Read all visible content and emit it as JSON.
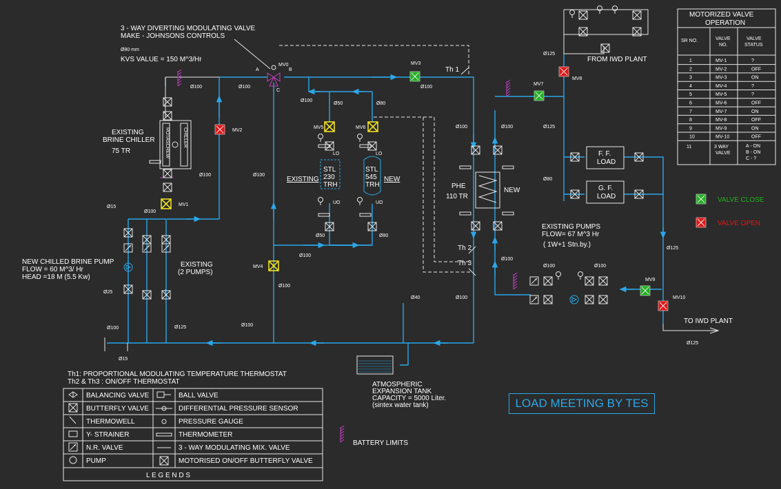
{
  "valve_spec": {
    "title1": "3 - WAY DIVERTING MODULATING VALVE",
    "title2": "MAKE - JOHNSONS CONTROLS",
    "size": "Ø80 mm",
    "kvs": "KVS VALUE = 150 M^3/Hr"
  },
  "valves": {
    "mv0": "MV0",
    "mv1": "MV1",
    "mv2": "MV2",
    "mv3": "MV3",
    "mv4": "MV4",
    "mv5": "MV5",
    "mv6": "MV6",
    "mv7": "MV7",
    "mv8": "MV8",
    "mv9": "MV9",
    "mv10": "MV10"
  },
  "ports": {
    "a": "A",
    "b": "B",
    "c": "C"
  },
  "pipe_sizes": {
    "d100": "Ø100",
    "d125": "Ø125",
    "d80": "Ø80",
    "d50": "Ø50",
    "d40": "Ø40",
    "d25": "Ø25",
    "d15": "Ø15"
  },
  "thermostats": {
    "th1": "Th 1",
    "th2": "Th 2",
    "th3": "Th 3"
  },
  "chiller": {
    "label1": "EXISTING",
    "label2": "BRINE CHILLER",
    "capacity": "75  TR",
    "side_left": "ROTASCREW",
    "side_right": "CHILLER"
  },
  "new_pump": {
    "line1": "NEW CHILLED BRINE PUMP",
    "line2": "FLOW = 60 M^3/ Hr",
    "line3": "HEAD =18 M (5.5 Kw)"
  },
  "existing_pumps_left": {
    "line1": "EXISTING",
    "line2": "(2  PUMPS)"
  },
  "stl_existing": {
    "tag": "EXISTING",
    "l1": "STL",
    "l2": "230",
    "l3": "TRH"
  },
  "stl_new": {
    "tag": "NEW",
    "l1": "STL",
    "l2": "545",
    "l3": "TRH"
  },
  "lo": "LO",
  "uo": "UO",
  "phe": {
    "label": "PHE",
    "capacity": "110  TR",
    "new": "NEW"
  },
  "existing_pumps_right": {
    "line1": "EXISTING PUMPS",
    "line2": "FLOW= 67 M^3 Hr",
    "line3": "( 1W+1 Stn.by.)"
  },
  "loads": {
    "ff1": "F. F.",
    "ff2": "LOAD",
    "gf1": "G. F.",
    "gf2": "LOAD"
  },
  "iwd": {
    "from": "FROM IWD PLANT",
    "to": "TO IWD PLANT"
  },
  "tank": {
    "line1": "ATMOSPHERIC",
    "line2": "EXPANSION TANK",
    "line3": "CAPACITY = 5000 Liter.",
    "line4": "(sintex water tank)"
  },
  "notes": {
    "th1": "Th1: PROPORTIONAL MODULATING TEMPERATURE THERMOSTAT",
    "th23": "Th2 & Th3 : ON/OFF  THERMOSTAT"
  },
  "battery_limits": "BATTERY LIMITS",
  "main_title": "LOAD MEETING BY TES",
  "key": {
    "close": "VALVE CLOSE",
    "open": "VALVE OPEN",
    "close_color": "#22b022",
    "open_color": "#e01818"
  },
  "mv_table": {
    "title1": "MOTORIZED VALVE",
    "title2": "OPERATION",
    "h_sr": "SR NO.",
    "h_valve1": "VALVE",
    "h_valve2": "NO.",
    "h_status1": "VALVE",
    "h_status2": "STATUS",
    "rows": [
      {
        "sr": "1",
        "valve": "MV-1",
        "status": "?"
      },
      {
        "sr": "2",
        "valve": "MV-2",
        "status": "OFF"
      },
      {
        "sr": "3",
        "valve": "MV-3",
        "status": "ON"
      },
      {
        "sr": "4",
        "valve": "MV-4",
        "status": "?"
      },
      {
        "sr": "5",
        "valve": "MV-5",
        "status": "?"
      },
      {
        "sr": "6",
        "valve": "MV-6",
        "status": "OFF"
      },
      {
        "sr": "7",
        "valve": "MV-7",
        "status": "ON"
      },
      {
        "sr": "8",
        "valve": "MV-8",
        "status": "OFF"
      },
      {
        "sr": "9",
        "valve": "MV-9",
        "status": "ON"
      },
      {
        "sr": "10",
        "valve": "MV-10",
        "status": "OFF"
      }
    ],
    "row11": {
      "sr": "11",
      "valve1": "3  WAY",
      "valve2": "VALVE",
      "s1": "A - ON",
      "s2": "B - ON",
      "s3": "C - ?"
    }
  },
  "legend": {
    "items": [
      {
        "left": "BALANCING VALVE",
        "right": "BALL VALVE"
      },
      {
        "left": "BUTTERFLY VALVE",
        "right": "DIFFERENTIAL PRESSURE SENSOR"
      },
      {
        "left": "THERMOWELL",
        "right": "PRESSURE GAUGE"
      },
      {
        "left": "Y- STRAINER",
        "right": "THERMOMETER"
      },
      {
        "left": "N.R.  VALVE",
        "right": "3 - WAY MODULATING MIX. VALVE"
      },
      {
        "left": "PUMP",
        "right": "MOTORISED ON/OFF BUTTERFLY VALVE"
      }
    ],
    "title": "L E G E N D S"
  }
}
